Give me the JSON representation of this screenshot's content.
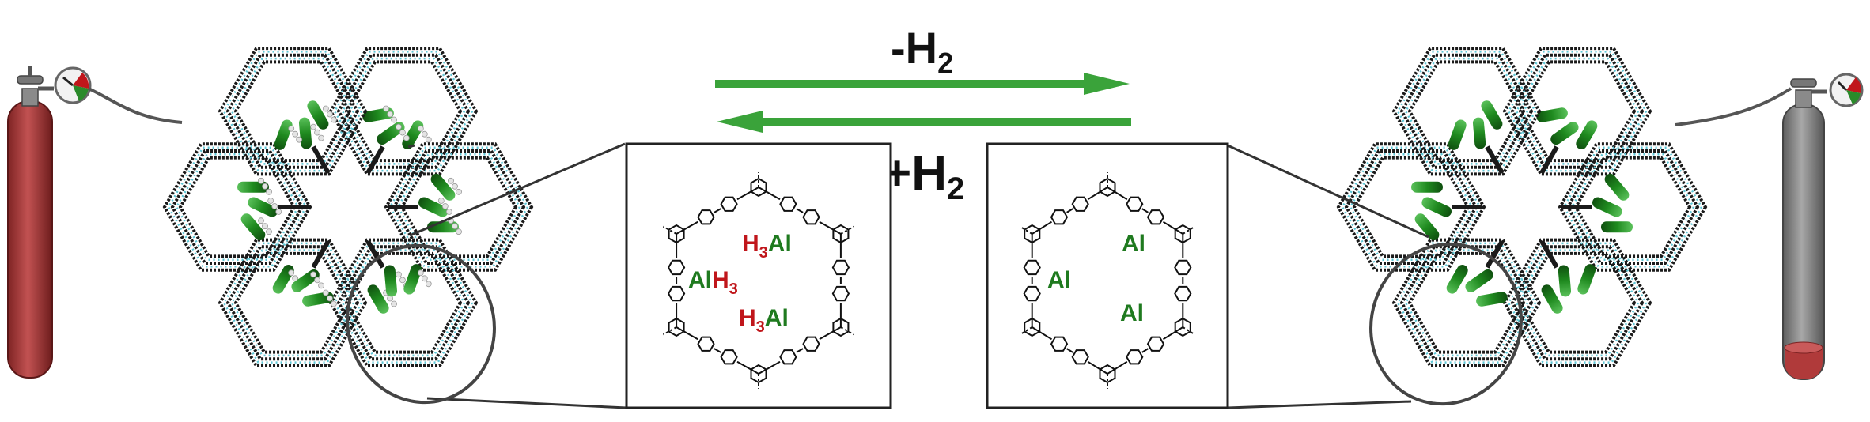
{
  "arrows": {
    "top_label": "-H",
    "top_sub": "2",
    "bottom_label": "+H",
    "bottom_sub": "2",
    "color": "#3aa33a"
  },
  "left_inset": {
    "labels": [
      {
        "main": "H",
        "sub": "3",
        "tail": "Al"
      },
      {
        "main": "Al",
        "tail2": "H",
        "sub2": "3"
      },
      {
        "main": "H",
        "sub": "3",
        "tail": "Al"
      }
    ]
  },
  "right_inset": {
    "labels": [
      "Al",
      "Al",
      "Al"
    ]
  },
  "colors": {
    "aluminum": "#1f7a1f",
    "hydrogen": "#c0161b",
    "framework": "#1a1a1a",
    "nitrogen": "#5fc7d6",
    "full_tank": "#b03a3a",
    "empty_tank": "#8c8c8c",
    "tank_liquid": "#b03a3a"
  },
  "icons": [
    "gas-cylinder-full-icon",
    "gas-cylinder-empty-icon",
    "pressure-gauge-icon"
  ]
}
